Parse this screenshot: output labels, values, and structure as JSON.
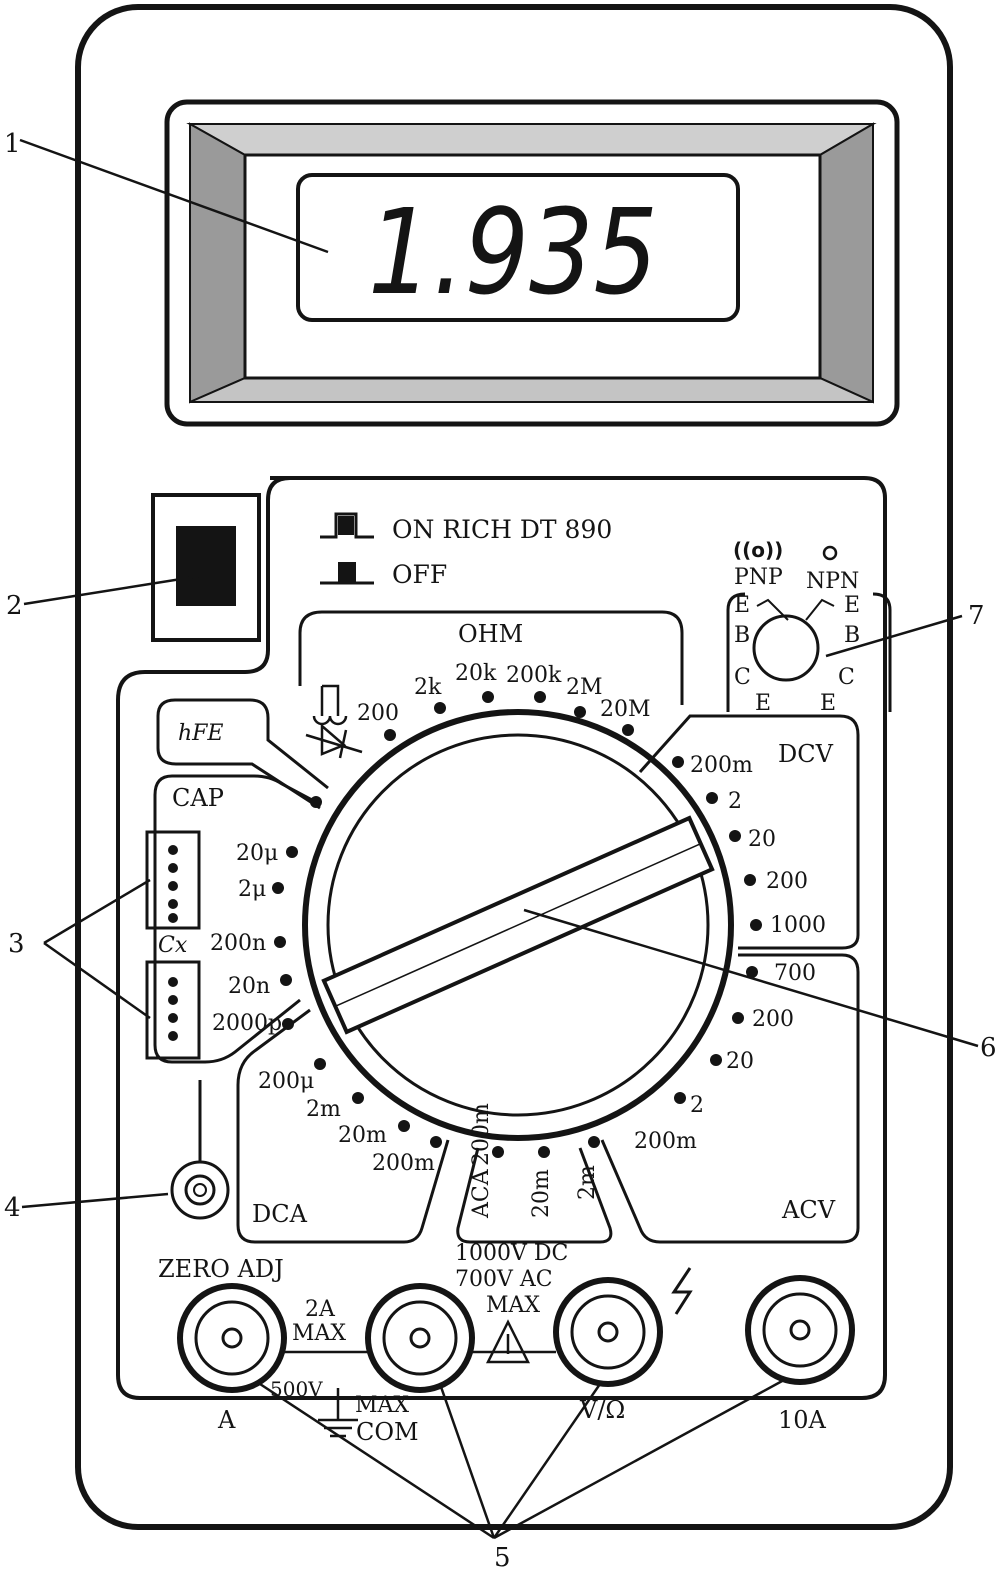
{
  "display": {
    "reading": "1.935"
  },
  "power": {
    "on_label": "ON RICH DT 890",
    "off_label": "OFF"
  },
  "hfe": {
    "label": "hFE",
    "pnp": "PNP",
    "npn": "NPN",
    "pins": [
      "E",
      "B",
      "C",
      "E"
    ],
    "beep": "((o))"
  },
  "ranges": {
    "ohm_title": "OHM",
    "ohm": [
      "200",
      "2k",
      "20k",
      "200k",
      "2M",
      "20M"
    ],
    "dcv_title": "DCV",
    "dcv": [
      "200m",
      "2",
      "20",
      "200",
      "1000"
    ],
    "acv_title": "ACV",
    "acv": [
      "700",
      "200",
      "20",
      "2",
      "200m"
    ],
    "aca_title": "ACA",
    "aca": [
      "200m",
      "20m",
      "2m"
    ],
    "dca_title": "DCA",
    "dca": [
      "200μ",
      "2m",
      "20m",
      "200m"
    ],
    "cap_title": "CAP",
    "cap": [
      "20μ",
      "2μ",
      "200n",
      "20n",
      "2000p"
    ],
    "cx_label": "Cx"
  },
  "terminals": {
    "zero_adj": "ZERO ADJ",
    "a_label": "A",
    "a_max": [
      "2A",
      "MAX"
    ],
    "com_label": "COM",
    "com_max": [
      "500V",
      "MAX"
    ],
    "v_label": "V/Ω",
    "v_max": [
      "1000V  DC",
      "700V  AC",
      "MAX"
    ],
    "a10_label": "10A"
  },
  "callouts": [
    "1",
    "2",
    "3",
    "4",
    "5",
    "6",
    "7"
  ]
}
